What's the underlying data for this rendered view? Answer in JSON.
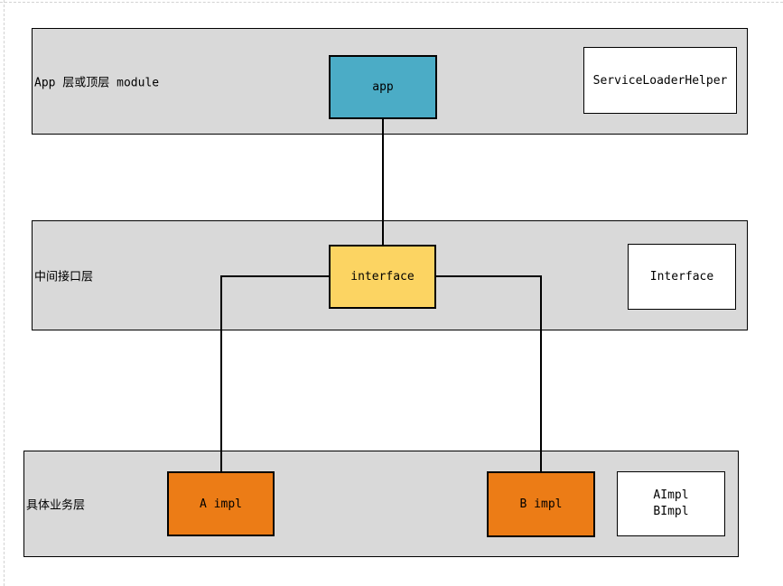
{
  "diagram": {
    "layers": {
      "top": {
        "label": "App 层或顶层 module"
      },
      "middle": {
        "label": "中间接口层"
      },
      "bottom": {
        "label": "具体业务层"
      }
    },
    "nodes": {
      "app": {
        "label": "app",
        "fill": "#4bacc6"
      },
      "service_loader_helper": {
        "label": "ServiceLoaderHelper",
        "fill": "#ffffff"
      },
      "interface": {
        "label": "interface",
        "fill": "#fcd462"
      },
      "interface_note": {
        "label": "Interface",
        "fill": "#ffffff"
      },
      "a_impl": {
        "label": "A impl",
        "fill": "#ec7c16"
      },
      "b_impl": {
        "label": "B impl",
        "fill": "#ec7c16"
      },
      "impl_note": {
        "line1": "AImpl",
        "line2": "BImpl",
        "fill": "#ffffff"
      }
    },
    "edges": [
      {
        "from": "app",
        "to": "interface"
      },
      {
        "from": "interface",
        "to": "a_impl"
      },
      {
        "from": "interface",
        "to": "b_impl"
      }
    ],
    "colors": {
      "layer_background": "#d9d9d9",
      "outline": "#000000",
      "page_guide": "#d2d2d2"
    }
  }
}
